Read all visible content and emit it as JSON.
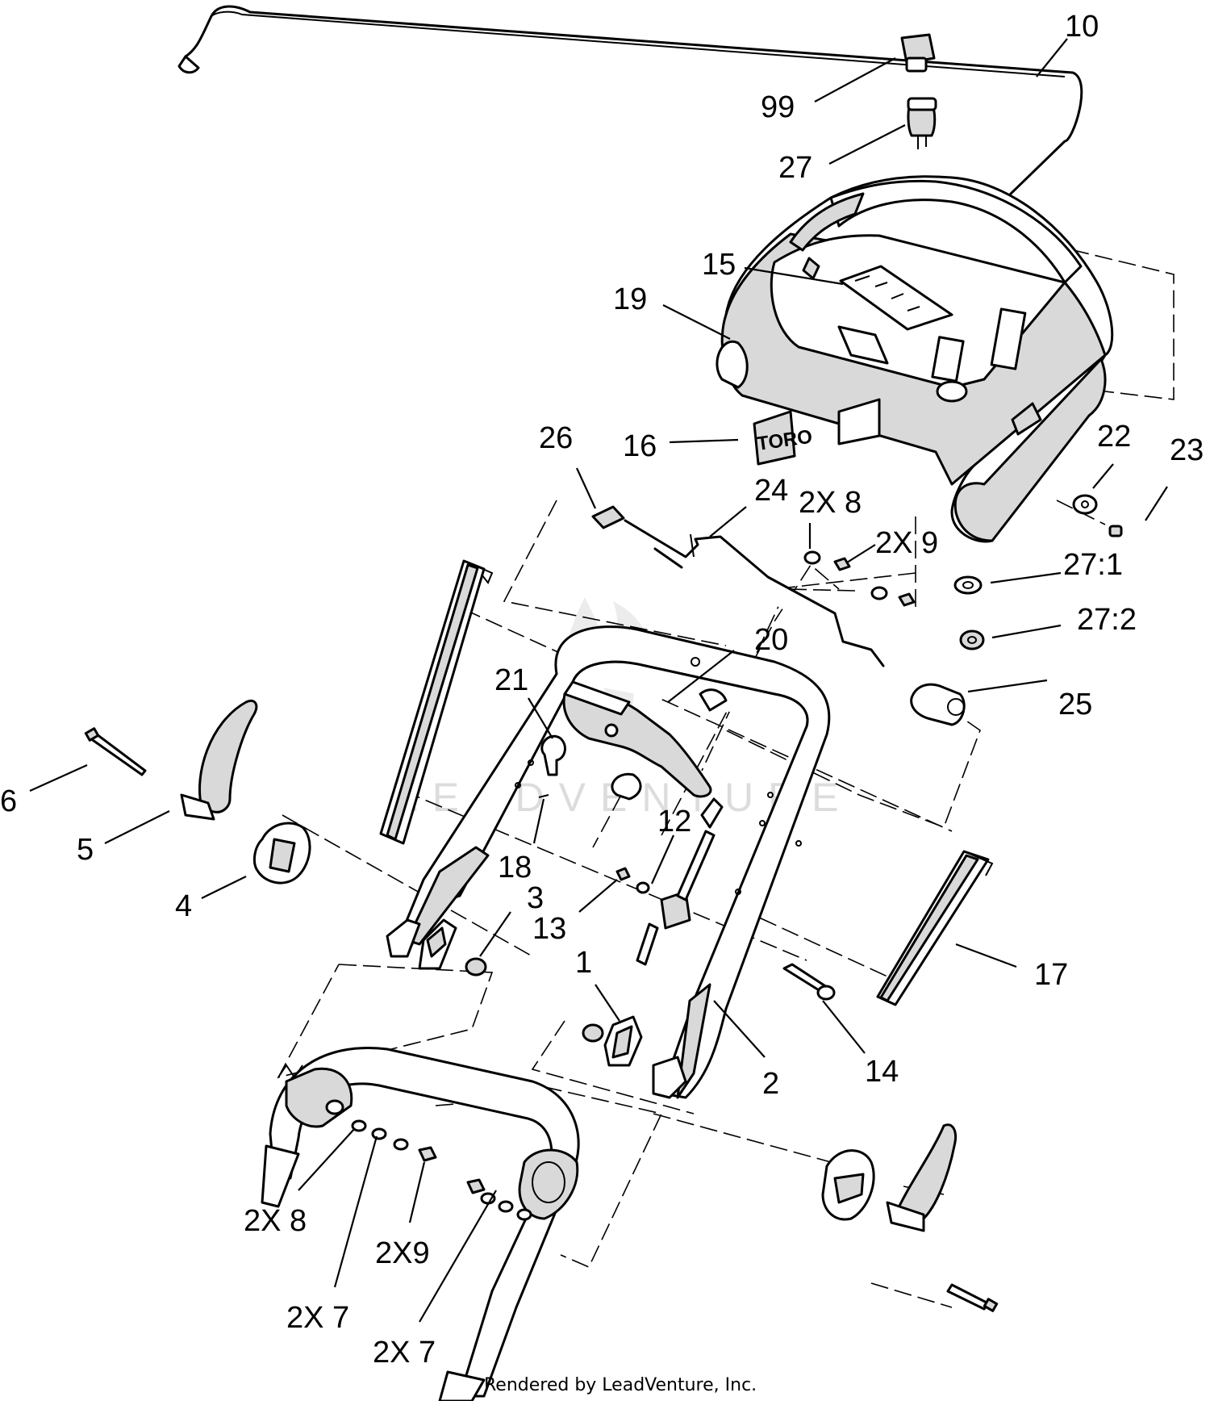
{
  "callouts": {
    "c10": "10",
    "c99": "99",
    "c27": "27",
    "c15": "15",
    "c19": "19",
    "c16": "16",
    "c26": "26",
    "c24": "24",
    "c2x8_top": "2X 8",
    "c2x9_top": "2X 9",
    "c22": "22",
    "c23": "23",
    "c27_1": "27:1",
    "c27_2": "27:2",
    "c20": "20",
    "c21": "21",
    "c25": "25",
    "c6": "6",
    "c5": "5",
    "c4": "4",
    "c18": "18",
    "c12": "12",
    "c3": "3",
    "c13": "13",
    "c1": "1",
    "c17": "17",
    "c2": "2",
    "c14": "14",
    "c2x8_bottom": "2X 8",
    "c2x9_bottom": "2X9",
    "c2x7_left": "2X 7",
    "c2x7_bottom": "2X 7"
  },
  "decal_brand": "TORO",
  "watermark": "LEADVENTURE",
  "footer": "Rendered by LeadVenture, Inc."
}
